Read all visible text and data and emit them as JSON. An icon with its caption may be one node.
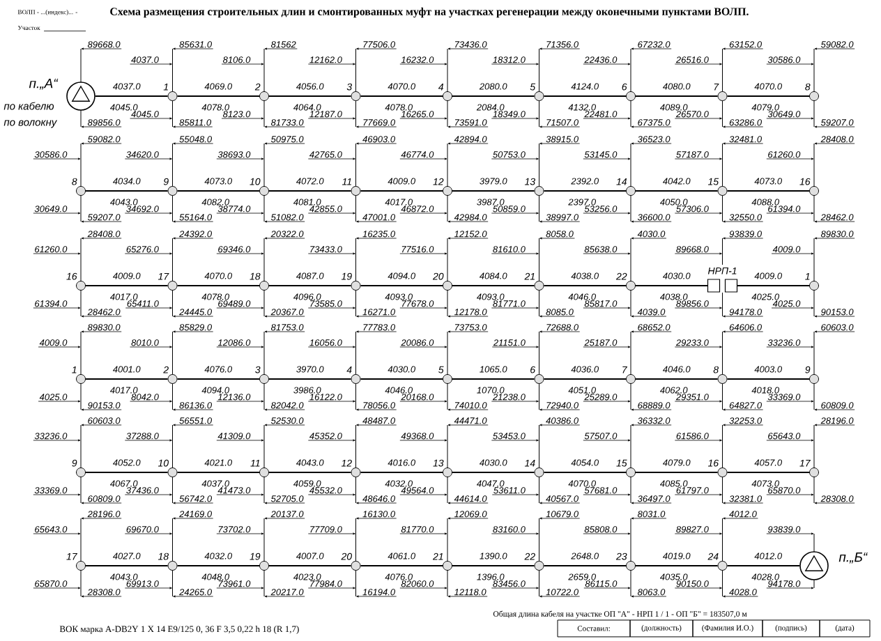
{
  "diagram": {
    "title": "Схема размещения строительных длин и смонтированных муфт на участках регенерации между оконечными пунктами ВОЛП.",
    "nodes": [
      {
        "text": [
          "п.„А“"
        ],
        "beside": [
          "89668.0",
          "89856.0"
        ]
      },
      {
        "text": [
          "1"
        ],
        "beside": [
          "4037.0",
          "85631.0",
          "4045.0",
          "85811.0"
        ]
      },
      {
        "text": [
          "2"
        ],
        "beside": [
          "8106.0",
          "81562",
          "8123.0",
          "81733.0"
        ]
      },
      {
        "text": [
          "3"
        ],
        "beside": [
          "12162.0",
          "77506.0",
          "12187.0",
          "77669.0"
        ]
      },
      {
        "text": [
          "4"
        ],
        "beside": [
          "16232.0",
          "73436.0",
          "16265.0",
          "73591.0"
        ]
      },
      {
        "text": [
          "5"
        ],
        "beside": [
          "18312.0",
          "71356.0",
          "18349.0",
          "71507.0"
        ]
      },
      {
        "text": [
          "6"
        ],
        "beside": [
          "22436.0",
          "67232.0",
          "22481.0",
          "67375.0"
        ]
      },
      {
        "text": [
          "7"
        ],
        "beside": [
          "26516.0",
          "63152.0",
          "26570.0",
          "63286.0"
        ]
      },
      {
        "text": [
          "8"
        ],
        "beside": [
          "30586.0",
          "59082.0",
          "30649.0",
          "59207.0"
        ]
      },
      {
        "text": [
          "8"
        ],
        "beside": [
          "30586.0",
          "59082.0",
          "30649.0",
          "59207.0"
        ]
      },
      {
        "text": [
          "9"
        ],
        "beside": [
          "34620.0",
          "55048.0",
          "34692.0",
          "55164.0"
        ]
      },
      {
        "text": [
          "10"
        ],
        "beside": [
          "38693.0",
          "50975.0",
          "38774.0",
          "51082.0"
        ]
      },
      {
        "text": [
          "11"
        ],
        "beside": [
          "42765.0",
          "46903.0",
          "42855.0",
          "47001.0"
        ]
      },
      {
        "text": [
          "12"
        ],
        "beside": [
          "46774.0",
          "42894.0",
          "46872.0",
          "42984.0"
        ]
      },
      {
        "text": [
          "13"
        ],
        "beside": [
          "50753.0",
          "38915.0",
          "50859.0",
          "38997.0"
        ]
      },
      {
        "text": [
          "14"
        ],
        "beside": [
          "53145.0",
          "36523.0",
          "53256.0",
          "36600.0"
        ]
      },
      {
        "text": [
          "15"
        ],
        "beside": [
          "57187.0",
          "32481.0",
          "57306.0",
          "32550.0"
        ]
      },
      {
        "text": [
          "16"
        ],
        "beside": [
          "61260.0",
          "28408.0",
          "61394.0",
          "28462.0"
        ]
      },
      {
        "text": [
          "16"
        ],
        "beside": [
          "61260.0",
          "28408.0",
          "61394.0",
          "28462.0"
        ]
      },
      {
        "text": [
          "17"
        ],
        "beside": [
          "65276.0",
          "24392.0",
          "65411.0",
          "24445.0"
        ]
      },
      {
        "text": [
          "18"
        ],
        "beside": [
          "69346.0",
          "20322.0",
          "69489.0",
          "20367.0"
        ]
      },
      {
        "text": [
          "19"
        ],
        "beside": [
          "73433.0",
          "16235.0",
          "73585.0",
          "16271.0"
        ]
      },
      {
        "text": [
          "20"
        ],
        "beside": [
          "77516.0",
          "12152.0",
          "77678.0",
          "12178.0"
        ]
      },
      {
        "text": [
          "21"
        ],
        "beside": [
          "81610.0",
          "8058.0",
          "81771.0",
          "8085.0"
        ]
      },
      {
        "text": [
          "22"
        ],
        "beside": [
          "85638.0",
          "4030.0",
          "85817.0",
          "4039.0"
        ]
      },
      {
        "text": [
          "НРП-1"
        ],
        "beside": [
          "89668.0",
          "93839.0",
          "89856.0",
          "94178.0"
        ]
      },
      {
        "text": [
          "1"
        ],
        "beside": [
          "4009.0",
          "89830.0",
          "4025.0",
          "90153.0"
        ]
      },
      {
        "text": [
          "1"
        ],
        "beside": [
          "4009.0",
          "89830.0",
          "4025.0",
          "90153.0"
        ]
      },
      {
        "text": [
          "2"
        ],
        "beside": [
          "8010.0",
          "85829.0",
          "8042.0",
          "86136.0"
        ]
      },
      {
        "text": [
          "3"
        ],
        "beside": [
          "12086.0",
          "81753.0",
          "12136.0",
          "82042.0"
        ]
      },
      {
        "text": [
          "4"
        ],
        "beside": [
          "16056.0",
          "77783.0",
          "16122.0",
          "78056.0"
        ]
      },
      {
        "text": [
          "5"
        ],
        "beside": [
          "20086.0",
          "73753.0",
          "20168.0",
          "74010.0"
        ]
      },
      {
        "text": [
          "6"
        ],
        "beside": [
          "21151.0",
          "72688.0",
          "21238.0",
          "72940.0"
        ]
      },
      {
        "text": [
          "7"
        ],
        "beside": [
          "25187.0",
          "68652.0",
          "25289.0",
          "68889.0"
        ]
      },
      {
        "text": [
          "8"
        ],
        "beside": [
          "29233.0",
          "64606.0",
          "29351.0",
          "64827.0"
        ]
      },
      {
        "text": [
          "9"
        ],
        "beside": [
          "33236.0",
          "60603.0",
          "33369.0",
          "60809.0"
        ]
      },
      {
        "text": [
          "9"
        ],
        "beside": [
          "33236.0",
          "60603.0",
          "33369.0",
          "60809.0"
        ]
      },
      {
        "text": [
          "10"
        ],
        "beside": [
          "37288.0",
          "56551.0",
          "37436.0",
          "56742.0"
        ]
      },
      {
        "text": [
          "11"
        ],
        "beside": [
          "41309.0",
          "52530.0",
          "41473.0",
          "52705.0"
        ]
      },
      {
        "text": [
          "12"
        ],
        "beside": [
          "45352.0",
          "48487.0",
          "45532.0",
          "48646.0"
        ]
      },
      {
        "text": [
          "13"
        ],
        "beside": [
          "49368.0",
          "44471.0",
          "49564.0",
          "44614.0"
        ]
      },
      {
        "text": [
          "14"
        ],
        "beside": [
          "53453.0",
          "40386.0",
          "53611.0",
          "40567.0"
        ]
      },
      {
        "text": [
          "15"
        ],
        "beside": [
          "57507.0",
          "36332.0",
          "57681.0",
          "36497.0"
        ]
      },
      {
        "text": [
          "16"
        ],
        "beside": [
          "61586.0",
          "32253.0",
          "61797.0",
          "32381.0"
        ]
      },
      {
        "text": [
          "17"
        ],
        "beside": [
          "65643.0",
          "28196.0",
          "65870.0",
          "28308.0"
        ]
      },
      {
        "text": [
          "17"
        ],
        "beside": [
          "65643.0",
          "28196.0",
          "65870.0",
          "28308.0"
        ]
      },
      {
        "text": [
          "18"
        ],
        "beside": [
          "69670.0",
          "24169.0",
          "69913.0",
          "24265.0"
        ]
      },
      {
        "text": [
          "19"
        ],
        "beside": [
          "73702.0",
          "20137.0",
          "73961.0",
          "20217.0"
        ]
      },
      {
        "text": [
          "20"
        ],
        "beside": [
          "77709.0",
          "16130.0",
          "77984.0",
          "16194.0"
        ]
      },
      {
        "text": [
          "21"
        ],
        "beside": [
          "81770.0",
          "12069.0",
          "82060.0",
          "12118.0"
        ]
      },
      {
        "text": [
          "22"
        ],
        "beside": [
          "83160.0",
          "10679.0",
          "83456.0",
          "10722.0"
        ]
      },
      {
        "text": [
          "23"
        ],
        "beside": [
          "85808.0",
          "8031.0",
          "86115.0",
          "8063.0"
        ]
      },
      {
        "text": [
          "24"
        ],
        "beside": [
          "89827.0",
          "4012.0",
          "90150.0",
          "4028.0"
        ]
      },
      {
        "text": [
          "п.„Б“"
        ],
        "beside": [
          "93839.0",
          "94178.0"
        ]
      }
    ],
    "edges": [
      {
        "from": 0,
        "to": 1,
        "arrow": "none",
        "label": "4037.0"
      },
      {
        "from": 1,
        "to": 2,
        "arrow": "none",
        "label": "4069.0"
      },
      {
        "from": 2,
        "to": 3,
        "arrow": "none",
        "label": "4056.0"
      },
      {
        "from": 3,
        "to": 4,
        "arrow": "none",
        "label": "4070.0"
      },
      {
        "from": 4,
        "to": 5,
        "arrow": "none",
        "label": "2080.0"
      },
      {
        "from": 5,
        "to": 6,
        "arrow": "none",
        "label": "4124.0"
      },
      {
        "from": 6,
        "to": 7,
        "arrow": "none",
        "label": "4080.0"
      },
      {
        "from": 7,
        "to": 8,
        "arrow": "none",
        "label": "4070.0"
      },
      {
        "from": 9,
        "to": 10,
        "arrow": "none",
        "label": "4034.0"
      },
      {
        "from": 10,
        "to": 11,
        "arrow": "none",
        "label": "4073.0"
      },
      {
        "from": 11,
        "to": 12,
        "arrow": "none",
        "label": "4072.0"
      },
      {
        "from": 12,
        "to": 13,
        "arrow": "none",
        "label": "4009.0"
      },
      {
        "from": 13,
        "to": 14,
        "arrow": "none",
        "label": "3979.0"
      },
      {
        "from": 14,
        "to": 15,
        "arrow": "none",
        "label": "2392.0"
      },
      {
        "from": 15,
        "to": 16,
        "arrow": "none",
        "label": "4042.0"
      },
      {
        "from": 16,
        "to": 17,
        "arrow": "none",
        "label": "4073.0"
      },
      {
        "from": 18,
        "to": 19,
        "arrow": "none",
        "label": "4009.0"
      },
      {
        "from": 19,
        "to": 20,
        "arrow": "none",
        "label": "4070.0"
      },
      {
        "from": 20,
        "to": 21,
        "arrow": "none",
        "label": "4087.0"
      },
      {
        "from": 21,
        "to": 22,
        "arrow": "none",
        "label": "4094.0"
      },
      {
        "from": 22,
        "to": 23,
        "arrow": "none",
        "label": "4084.0"
      },
      {
        "from": 23,
        "to": 24,
        "arrow": "none",
        "label": "4038.0"
      },
      {
        "from": 24,
        "to": 25,
        "arrow": "none",
        "label": "4030.0"
      },
      {
        "from": 25,
        "to": 26,
        "arrow": "none",
        "label": "4009.0"
      },
      {
        "from": 27,
        "to": 28,
        "arrow": "none",
        "label": "4001.0"
      },
      {
        "from": 28,
        "to": 29,
        "arrow": "none",
        "label": "4076.0"
      },
      {
        "from": 29,
        "to": 30,
        "arrow": "none",
        "label": "3970.0"
      },
      {
        "from": 30,
        "to": 31,
        "arrow": "none",
        "label": "4030.0"
      },
      {
        "from": 31,
        "to": 32,
        "arrow": "none",
        "label": "1065.0"
      },
      {
        "from": 32,
        "to": 33,
        "arrow": "none",
        "label": "4036.0"
      },
      {
        "from": 33,
        "to": 34,
        "arrow": "none",
        "label": "4046.0"
      },
      {
        "from": 34,
        "to": 35,
        "arrow": "none",
        "label": "4003.0"
      },
      {
        "from": 36,
        "to": 37,
        "arrow": "none",
        "label": "4052.0"
      },
      {
        "from": 37,
        "to": 38,
        "arrow": "none",
        "label": "4021.0"
      },
      {
        "from": 38,
        "to": 39,
        "arrow": "none",
        "label": "4043.0"
      },
      {
        "from": 39,
        "to": 40,
        "arrow": "none",
        "label": "4016.0"
      },
      {
        "from": 40,
        "to": 41,
        "arrow": "none",
        "label": "4030.0"
      },
      {
        "from": 41,
        "to": 42,
        "arrow": "none",
        "label": "4054.0"
      },
      {
        "from": 42,
        "to": 43,
        "arrow": "none",
        "label": "4079.0"
      },
      {
        "from": 43,
        "to": 44,
        "arrow": "none",
        "label": "4057.0"
      },
      {
        "from": 45,
        "to": 46,
        "arrow": "none",
        "label": "4027.0"
      },
      {
        "from": 46,
        "to": 47,
        "arrow": "none",
        "label": "4032.0"
      },
      {
        "from": 47,
        "to": 48,
        "arrow": "none",
        "label": "4007.0"
      },
      {
        "from": 48,
        "to": 49,
        "arrow": "none",
        "label": "4061.0"
      },
      {
        "from": 49,
        "to": 50,
        "arrow": "none",
        "label": "1390.0"
      },
      {
        "from": 50,
        "to": 51,
        "arrow": "none",
        "label": "2648.0"
      },
      {
        "from": 51,
        "to": 52,
        "arrow": "none",
        "label": "4019.0"
      },
      {
        "from": 52,
        "to": 53,
        "arrow": "none",
        "label": "4012.0"
      }
    ],
    "labels": [
      "ВОЛП - ...(индекс)... -",
      "Участок",
      "по кабелю",
      "по волокну",
      "4045.0",
      "4078.0",
      "4064.0",
      "4078.0",
      "2084.0",
      "4132.0",
      "4089.0",
      "4079.0",
      "4043.0",
      "4082.0",
      "4081.0",
      "4017.0",
      "3987.0",
      "2397.0",
      "4050.0",
      "4088.0",
      "4017.0",
      "4078.0",
      "4096.0",
      "4093.0",
      "4093.0",
      "4046.0",
      "4038.0",
      "4025.0",
      "4017.0",
      "4094.0",
      "3986.0",
      "4046.0",
      "1070.0",
      "4051.0",
      "4062.0",
      "4018.0",
      "4067.0",
      "4037.0",
      "4059.0",
      "4032.0",
      "4047.0",
      "4070.0",
      "4085.0",
      "4073.0",
      "4043.0",
      "4048.0",
      "4023.0",
      "4076.0",
      "1396.0",
      "2659.0",
      "4035.0",
      "4028.0",
      "ВОК марка A-DB2Y 1 X 14 E9/125 0, 36 F 3,5 0,22 h 18 (R 1,7)",
      "Общая длина кабеля на участке ОП \"А\" - НРП 1 / 1 - ОП \"Б\" = 183507,0 м",
      "Составил:",
      "(должность)",
      "(Фамилия И.О.)",
      "(подпись)",
      "(дата)"
    ]
  }
}
